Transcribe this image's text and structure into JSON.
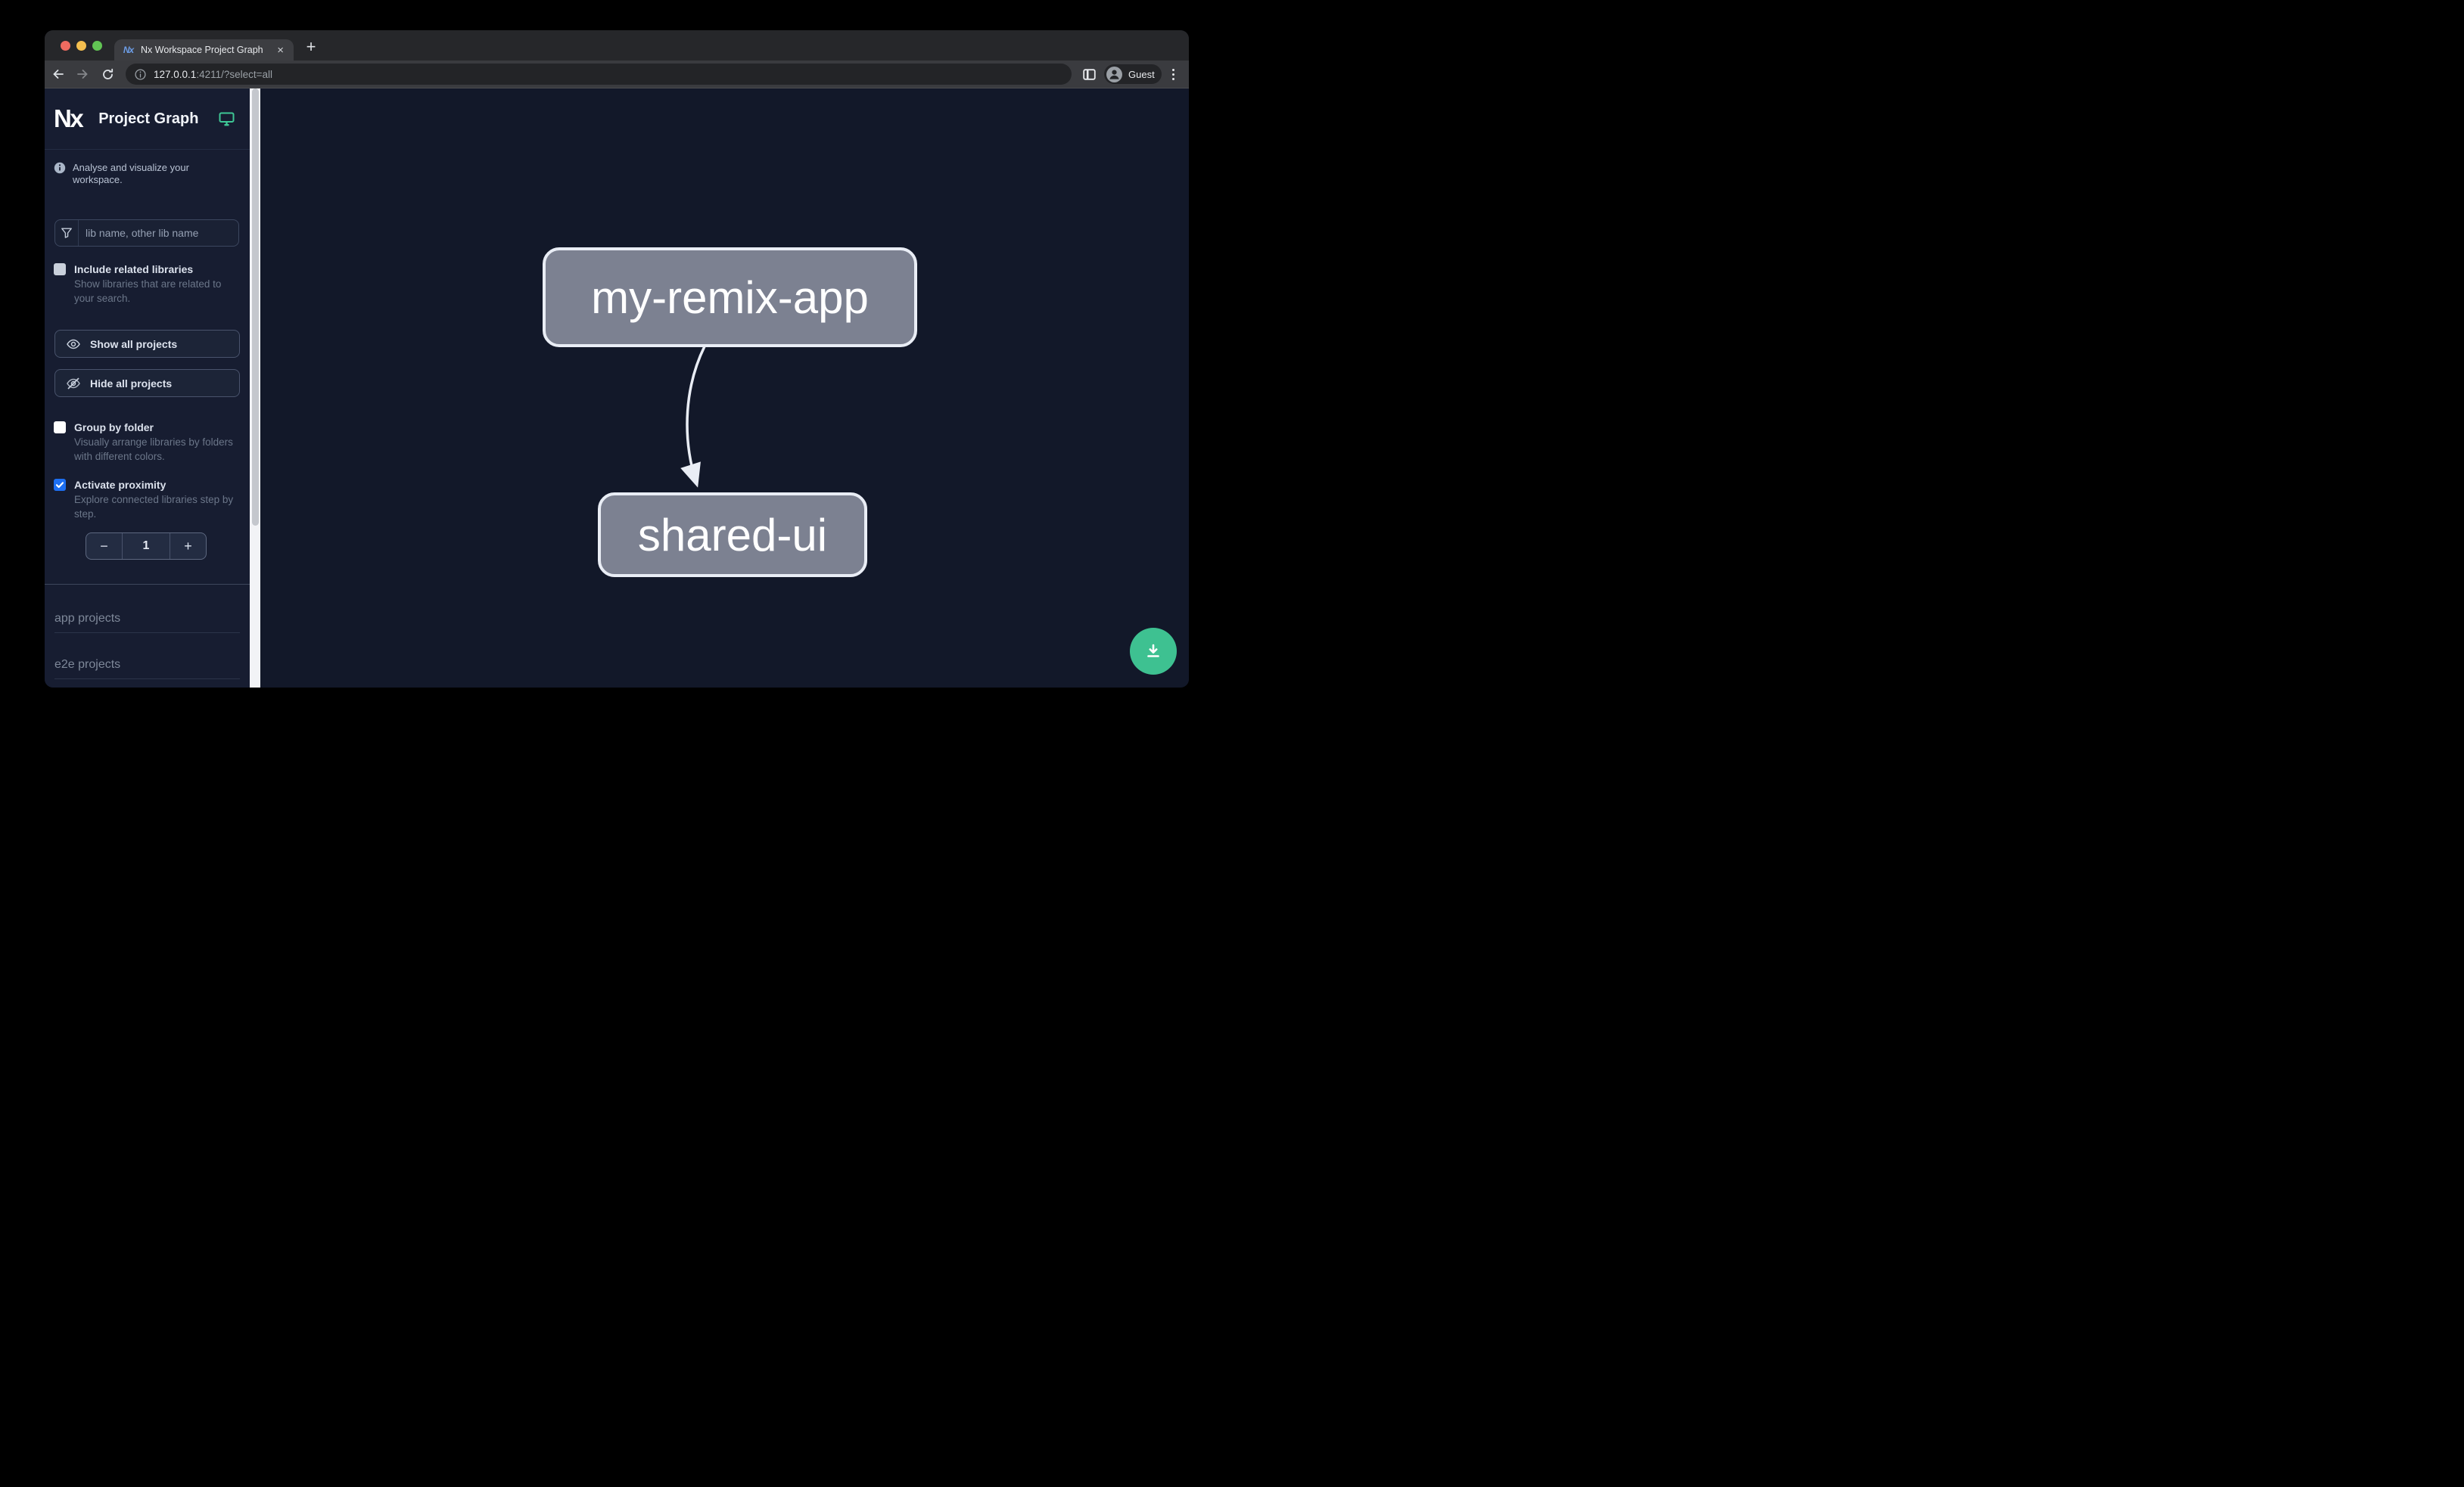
{
  "browser": {
    "tab": {
      "title": "Nx Workspace Project Graph",
      "favicon_text": "Nx",
      "close_label": "×",
      "new_tab_label": "+"
    },
    "address": {
      "host": "127.0.0.1",
      "rest": ":4211/?select=all"
    },
    "profile_label": "Guest"
  },
  "sidebar": {
    "logo_text": "Nx",
    "title": "Project Graph",
    "tagline": "Analyse and visualize your workspace.",
    "filter_placeholder": "lib name, other lib name",
    "include_related": {
      "label": "Include related libraries",
      "description": "Show libraries that are related to your search.",
      "checked": false
    },
    "show_all_label": "Show all projects",
    "hide_all_label": "Hide all projects",
    "group_by_folder": {
      "label": "Group by folder",
      "description": "Visually arrange libraries by folders with different colors.",
      "checked": false
    },
    "activate_proximity": {
      "label": "Activate proximity",
      "description": "Explore connected libraries step by step.",
      "checked": true
    },
    "stepper": {
      "decrement_label": "−",
      "value": "1",
      "increment_label": "+"
    },
    "sections": [
      {
        "label": "app projects"
      },
      {
        "label": "e2e projects"
      }
    ]
  },
  "graph": {
    "nodes": [
      {
        "id": "my-remix-app",
        "label": "my-remix-app"
      },
      {
        "id": "shared-ui",
        "label": "shared-ui"
      }
    ],
    "edges": [
      {
        "from": "my-remix-app",
        "to": "shared-ui"
      }
    ]
  },
  "colors": {
    "accent_green": "#3ec191",
    "checkbox_blue": "#1d6ff2",
    "node_fill": "#7c8191",
    "canvas_bg": "#121829",
    "sidebar_bg": "#171d31"
  }
}
